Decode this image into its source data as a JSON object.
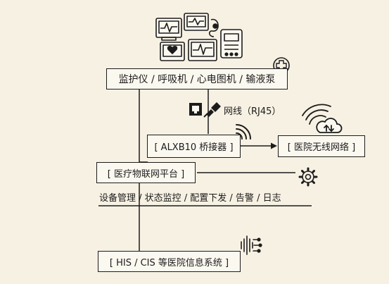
{
  "nodes": {
    "devices": "监护仪 / 呼吸机 / 心电图机 / 输液泵",
    "bridge": "[ ALXB10 桥接器 ]",
    "wireless": "[ 医院无线网络 ]",
    "iot": "[ 医疗物联网平台 ]",
    "his": "[ HIS / CIS 等医院信息系统 ]"
  },
  "labels": {
    "cable": "网线（RJ45）",
    "functions": "设备管理 / 状态监控 / 配置下发 / 告警 / 日志"
  },
  "icons": [
    "medical-devices-icon",
    "medical-cross-icon",
    "ethernet-port-icon",
    "ethernet-plug-icon",
    "wifi-signal-icon",
    "wifi-cloud-icon",
    "gear-icon",
    "data-flow-icon"
  ],
  "colors": {
    "line": "#1c1c1c",
    "background": "#f7f1e3"
  }
}
